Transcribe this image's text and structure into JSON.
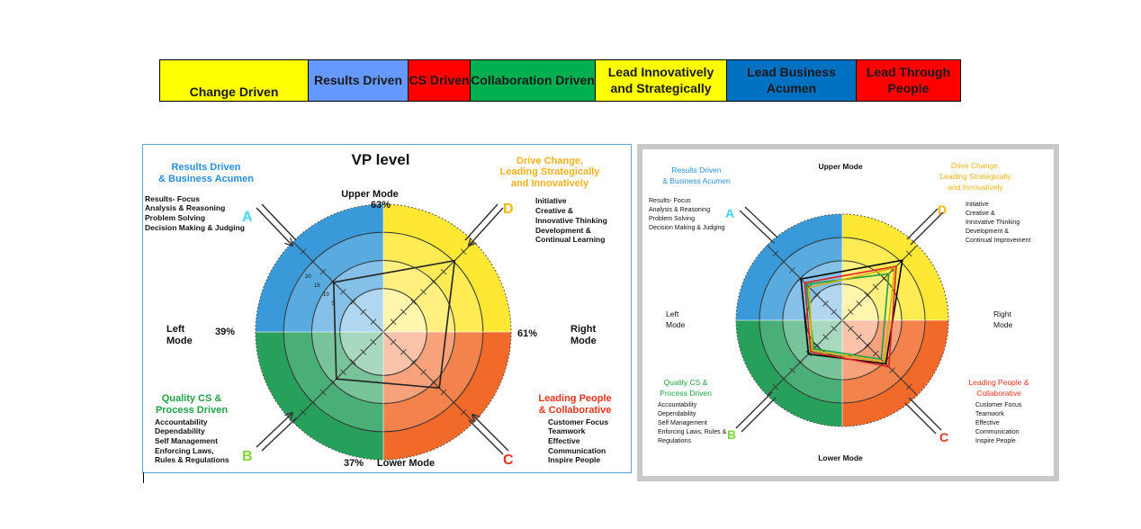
{
  "legend": [
    {
      "label": "Change Driven",
      "bg": "#ffff00",
      "color": "#1a1a1a"
    },
    {
      "label": "Results Driven",
      "bg": "#6699ff",
      "color": "#1a1a1a"
    },
    {
      "label": "CS Driven",
      "bg": "#ff0000",
      "color": "#1a1a1a"
    },
    {
      "label": "Collaboration Driven",
      "bg": "#00b050",
      "color": "#1a1a1a"
    },
    {
      "label": "Lead Innovatively and Strategically",
      "bg": "#ffff00",
      "color": "#1a1a1a"
    },
    {
      "label": "Lead Business Acumen",
      "bg": "#0070c0",
      "color": "#1a1a1a"
    },
    {
      "label": "Lead Through People",
      "bg": "#ff0000",
      "color": "#1a1a1a"
    }
  ],
  "colors": {
    "quadA": "#3a9ad9",
    "quadD": "#ffe833",
    "quadB": "#27a05c",
    "quadC": "#f26a2a",
    "headingA": "#2a8fd4",
    "headingD": "#f2b31a",
    "headingB": "#22a244",
    "headingC": "#e8341c",
    "letterA": "#3fd8f0",
    "letterD": "#f5b800",
    "letterB": "#7ed63a",
    "letterC": "#e8341c"
  },
  "vp": {
    "title": "VP level",
    "upper_mode": "Upper Mode",
    "upper_pct": "63%",
    "lower_mode": "Lower Mode",
    "lower_pct": "37%",
    "left_mode_1": "Left",
    "left_mode_2": "Mode",
    "left_pct": "39%",
    "right_mode_1": "Right",
    "right_mode_2": "Mode",
    "right_pct": "61%",
    "a": {
      "letter": "A",
      "heading_1": "Results Driven",
      "heading_2": "& Business Acumen",
      "items": [
        "Results- Focus",
        "Analysis & Reasoning",
        "Problem Solving",
        "Decision Making  & Judging"
      ]
    },
    "d": {
      "letter": "D",
      "heading_1": "Drive Change,",
      "heading_2": "Leading Strategically",
      "heading_3": "and Innovatively",
      "items": [
        "Initiative",
        "Creative &",
        "Innovative Thinking",
        "Development &",
        "Continual Learning"
      ]
    },
    "b": {
      "letter": "B",
      "heading_1": "Quality CS &",
      "heading_2": "Process Driven",
      "items": [
        "Accountability",
        "Dependability",
        "Self Management",
        "Enforcing Laws,",
        "Rules & Regulations"
      ]
    },
    "c": {
      "letter": "C",
      "heading_1": "Leading People",
      "heading_2": "& Collaborative",
      "items": [
        "Customer Focus",
        "Teamwork",
        "Effective",
        "Communication",
        "Inspire People"
      ]
    },
    "scale": [
      "20",
      "15",
      "10",
      "5"
    ],
    "profile": {
      "A": 0.55,
      "D": 0.79,
      "C": 0.62,
      "B": 0.52
    }
  },
  "second": {
    "upper_mode": "Upper Mode",
    "lower_mode": "Lower Mode",
    "left_mode_1": "Left",
    "left_mode_2": "Mode",
    "right_mode_1": "Right",
    "right_mode_2": "Mode",
    "a": {
      "letter": "A",
      "heading_1": "Results Driven",
      "heading_2": "& Business Acumen",
      "items": [
        "Results- Focus",
        "Analysis & Reasoning",
        "Problem Solving",
        "Decision Making & Judging"
      ]
    },
    "d": {
      "letter": "D",
      "heading_1": "Drive Change,",
      "heading_2": "Leading Strategically",
      "heading_3": "and Innovatively",
      "items": [
        "Initiative",
        "Creative &",
        "Innovative Thinking",
        "Development &",
        "Continual Improvement"
      ]
    },
    "b": {
      "letter": "B",
      "heading_1": "Quality CS &",
      "heading_2": "Process Driven",
      "items": [
        "Accountability",
        "Dependability",
        "Self Management",
        "Enforcing Laws, Rules &",
        "Regulations"
      ]
    },
    "c": {
      "letter": "C",
      "heading_1": "Leading People &",
      "heading_2": "Collaborative",
      "items": [
        "Customer Focus",
        "Teamwork",
        "Effective",
        "Communication",
        "Inspire People"
      ]
    },
    "profiles": [
      {
        "color": "#000000",
        "A": 0.55,
        "D": 0.8,
        "C": 0.58,
        "B": 0.45
      },
      {
        "color": "#e02020",
        "A": 0.5,
        "D": 0.72,
        "C": 0.62,
        "B": 0.42
      },
      {
        "color": "#20a040",
        "A": 0.48,
        "D": 0.62,
        "C": 0.52,
        "B": 0.38
      },
      {
        "color": "#d4b000",
        "A": 0.44,
        "D": 0.7,
        "C": 0.56,
        "B": 0.4
      }
    ]
  }
}
